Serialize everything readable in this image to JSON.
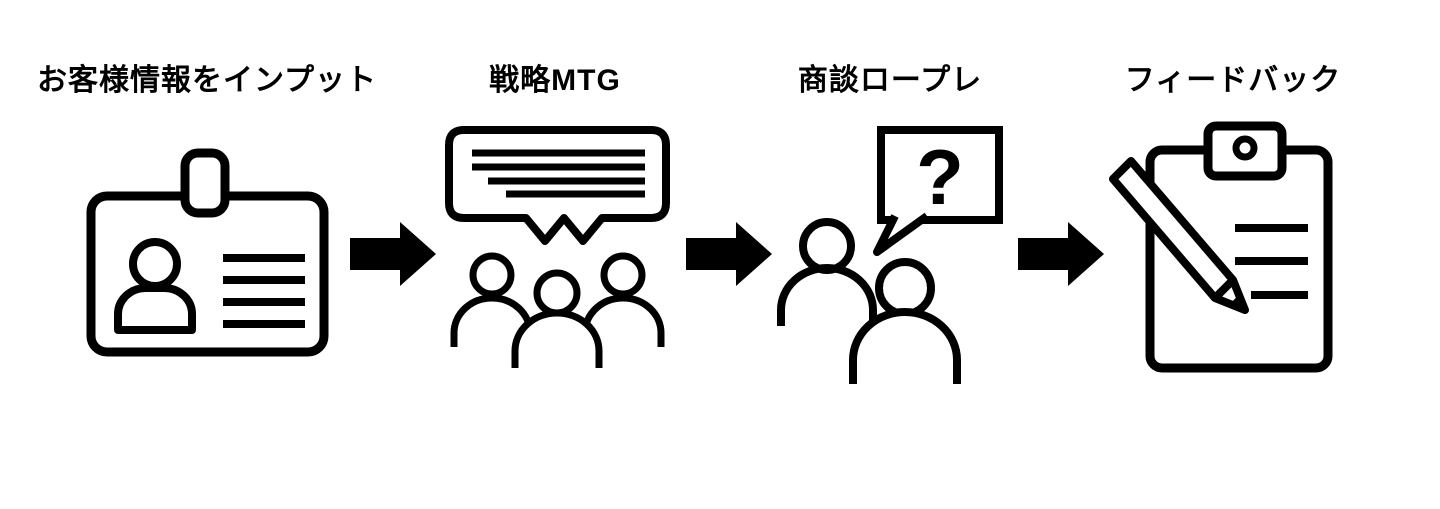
{
  "steps": [
    {
      "title": "お客様情報をインプット",
      "icon": "customer-id-card-icon"
    },
    {
      "title": "戦略MTG",
      "icon": "strategy-meeting-icon"
    },
    {
      "title": "商談ロープレ",
      "icon": "roleplay-question-icon",
      "bubble_text": "?"
    },
    {
      "title": "フィードバック",
      "icon": "feedback-clipboard-icon"
    }
  ],
  "arrow": {
    "direction": "right",
    "color": "#000000"
  },
  "colors": {
    "background": "#ffffff",
    "foreground": "#000000"
  }
}
